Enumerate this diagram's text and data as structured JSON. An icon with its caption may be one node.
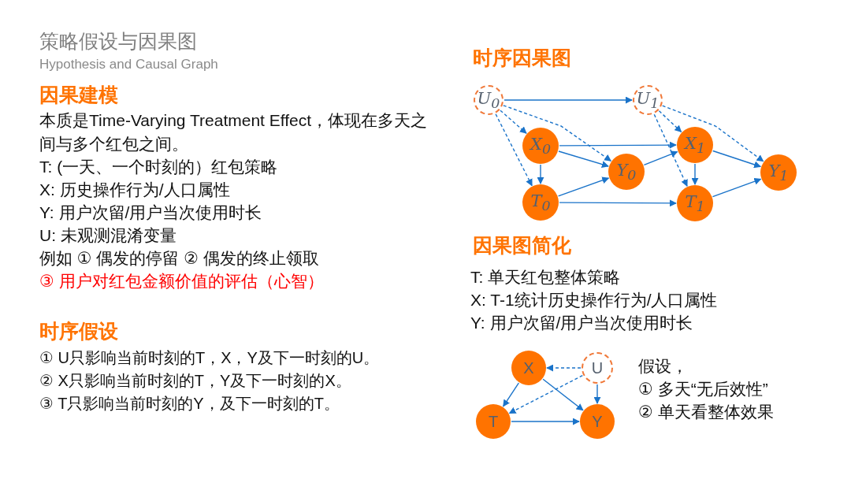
{
  "diagram": {
    "title": "策略假设与因果图",
    "nodes": [
      {
        "text": [
          "U$_{0}$"
        ]
      },
      {
        "text": [
          "U$_{1}$"
        ]
      },
      {
        "text": [
          "X$_{0}$"
        ]
      },
      {
        "text": [
          "Y$_{0}$"
        ]
      },
      {
        "text": [
          "T$_{0}$"
        ]
      },
      {
        "text": [
          "X$_{1}$"
        ]
      },
      {
        "text": [
          "Y$_{1}$"
        ]
      },
      {
        "text": [
          "T$_{1}$"
        ]
      },
      {
        "text": [
          "X"
        ]
      },
      {
        "text": [
          "U"
        ]
      },
      {
        "text": [
          "T"
        ]
      },
      {
        "text": [
          "Y"
        ]
      }
    ],
    "edges": [
      {
        "from": 0,
        "to": 1,
        "arrow": "to"
      },
      {
        "from": 0,
        "to": 2,
        "arrow": "to",
        "style": "dashed"
      },
      {
        "from": 0,
        "to": 3,
        "arrow": "to",
        "style": "dashed"
      },
      {
        "from": 0,
        "to": 4,
        "arrow": "to",
        "style": "dashed"
      },
      {
        "from": 2,
        "to": 5,
        "arrow": "to"
      },
      {
        "from": 2,
        "to": 4,
        "arrow": "to"
      },
      {
        "from": 2,
        "to": 3,
        "arrow": "to"
      },
      {
        "from": 4,
        "to": 3,
        "arrow": "to"
      },
      {
        "from": 4,
        "to": 7,
        "arrow": "to"
      },
      {
        "from": 3,
        "to": 5,
        "arrow": "to"
      },
      {
        "from": 1,
        "to": 5,
        "arrow": "to",
        "style": "dashed"
      },
      {
        "from": 1,
        "to": 6,
        "arrow": "to",
        "style": "dashed"
      },
      {
        "from": 1,
        "to": 7,
        "arrow": "to",
        "style": "dashed"
      },
      {
        "from": 5,
        "to": 7,
        "arrow": "to"
      },
      {
        "from": 5,
        "to": 6,
        "arrow": "to"
      },
      {
        "from": 7,
        "to": 6,
        "arrow": "to"
      },
      {
        "from": 9,
        "to": 8,
        "arrow": "to",
        "style": "dashed"
      },
      {
        "from": 9,
        "to": 10,
        "arrow": "to",
        "style": "dashed"
      },
      {
        "from": 9,
        "to": 11,
        "arrow": "to"
      },
      {
        "from": 8,
        "to": 10,
        "arrow": "to"
      },
      {
        "from": 8,
        "to": 11,
        "arrow": "to"
      },
      {
        "from": 10,
        "to": 11,
        "arrow": "to"
      }
    ],
    "labels": [
      "Hypothesis and Causal Graph",
      "因果建模",
      "本质是Time-Varying Treatment Effect，体现在多天之间与多个红包之间。",
      "T: (一天、一个时刻的）红包策略",
      "X: 历史操作行为/人口属性",
      "Y: 用户次留/用户当次使用时长",
      "U: 未观测混淆变量",
      "例如 ① 偶发的停留  ② 偶发的终止领取",
      "③ 用户对红包金额价值的评估（心智）",
      "时序假设",
      "① U只影响当前时刻的T，X，Y及下一时刻的U。",
      "② X只影响当前时刻的T，Y及下一时刻的X。",
      "③ T只影响当前时刻的Y，及下一时刻的T。",
      "时序因果图",
      "因果图简化",
      "T: 单天红包整体策略",
      "X: T-1统计历史操作行为/人口属性",
      "Y: 用户次留/用户当次使用时长",
      "假设，",
      "① 多天“无后效性”",
      "② 单天看整体效果"
    ]
  }
}
